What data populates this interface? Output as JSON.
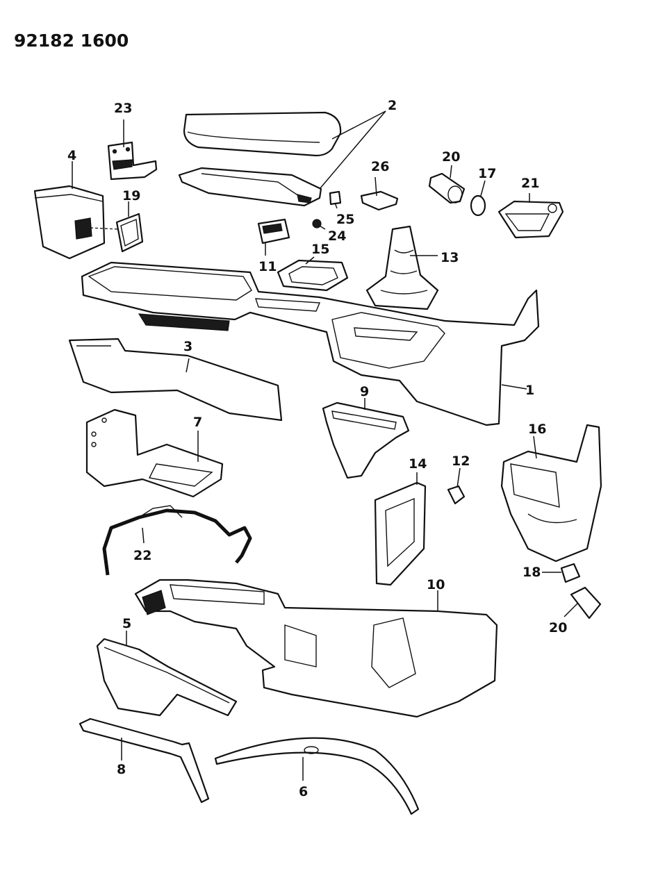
{
  "diagram": {
    "reference_code": "92182 1600",
    "callouts": [
      {
        "id": "c1",
        "label": "1"
      },
      {
        "id": "c2",
        "label": "2"
      },
      {
        "id": "c3",
        "label": "3"
      },
      {
        "id": "c4",
        "label": "4"
      },
      {
        "id": "c5",
        "label": "5"
      },
      {
        "id": "c6",
        "label": "6"
      },
      {
        "id": "c7",
        "label": "7"
      },
      {
        "id": "c8",
        "label": "8"
      },
      {
        "id": "c9",
        "label": "9"
      },
      {
        "id": "c10",
        "label": "10"
      },
      {
        "id": "c11",
        "label": "11"
      },
      {
        "id": "c12",
        "label": "12"
      },
      {
        "id": "c13",
        "label": "13"
      },
      {
        "id": "c14",
        "label": "14"
      },
      {
        "id": "c15",
        "label": "15"
      },
      {
        "id": "c16",
        "label": "16"
      },
      {
        "id": "c17",
        "label": "17"
      },
      {
        "id": "c18",
        "label": "18"
      },
      {
        "id": "c19",
        "label": "19"
      },
      {
        "id": "c20a",
        "label": "20"
      },
      {
        "id": "c20b",
        "label": "20"
      },
      {
        "id": "c21",
        "label": "21"
      },
      {
        "id": "c22",
        "label": "22"
      },
      {
        "id": "c23",
        "label": "23"
      },
      {
        "id": "c24",
        "label": "24"
      },
      {
        "id": "c25",
        "label": "25"
      },
      {
        "id": "c26",
        "label": "26"
      }
    ]
  }
}
